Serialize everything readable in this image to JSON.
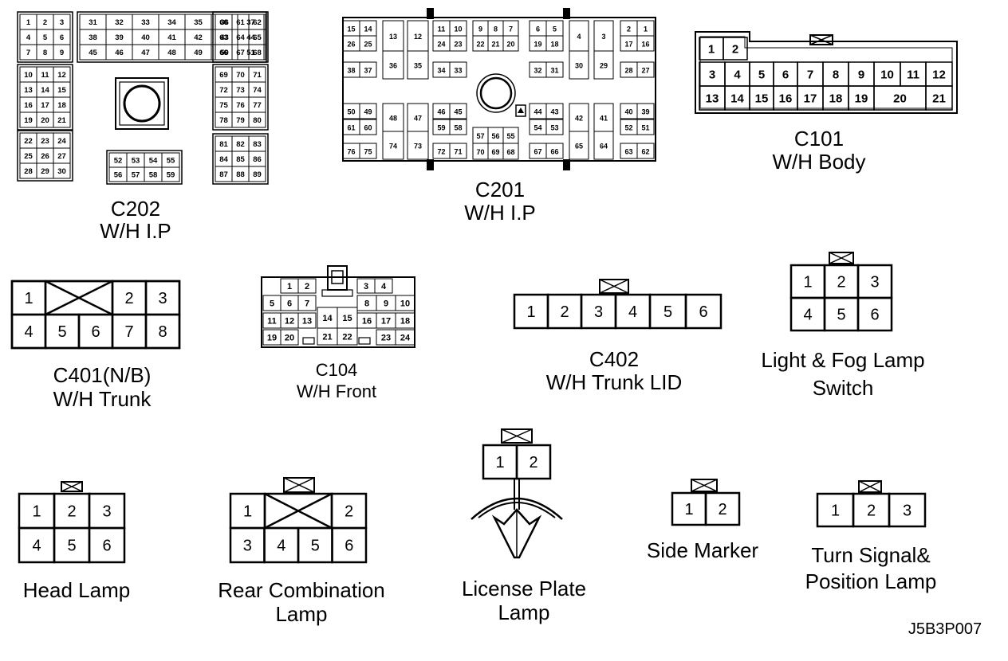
{
  "captions": {
    "c202_code": "C202",
    "c202_name": "W/H I.P",
    "c201_code": "C201",
    "c201_name": "W/H I.P",
    "c101_code": "C101",
    "c101_name": "W/H Body",
    "c401_code": "C401(N/B)",
    "c401_name": "W/H Trunk",
    "c104_code": "C104",
    "c104_name": "W/H Front",
    "c402_code": "C402",
    "c402_name": "W/H Trunk LID",
    "lfl_line1": "Light & Fog Lamp",
    "lfl_line2": "Switch",
    "head_lamp": "Head Lamp",
    "rcl_line1": "Rear Combination",
    "rcl_line2": "Lamp",
    "lpl_line1": "License Plate",
    "lpl_line2": "Lamp",
    "side_marker": "Side Marker",
    "tsp_line1": "Turn Signal&",
    "tsp_line2": "Position Lamp",
    "figure_code": "J5B3P007"
  },
  "connectors": {
    "c202_left": [
      [
        "1",
        "2",
        "3"
      ],
      [
        "4",
        "5",
        "6"
      ],
      [
        "7",
        "8",
        "9"
      ]
    ],
    "c202_mid": [
      [
        "31",
        "32",
        "33",
        "34",
        "35",
        "36",
        "37"
      ],
      [
        "38",
        "39",
        "40",
        "41",
        "42",
        "43",
        "44"
      ],
      [
        "45",
        "46",
        "47",
        "48",
        "49",
        "50",
        "51"
      ]
    ],
    "c202_right_top": [
      [
        "60",
        "61",
        "62"
      ],
      [
        "63",
        "64",
        "65"
      ],
      [
        "66",
        "67",
        "68"
      ]
    ],
    "c202_left2": [
      [
        "10",
        "11",
        "12"
      ],
      [
        "13",
        "14",
        "15"
      ],
      [
        "16",
        "17",
        "18"
      ],
      [
        "19",
        "20",
        "21"
      ]
    ],
    "c202_left3": [
      [
        "22",
        "23",
        "24"
      ],
      [
        "25",
        "26",
        "27"
      ],
      [
        "28",
        "29",
        "30"
      ]
    ],
    "c202_right2": [
      [
        "69",
        "70",
        "71"
      ],
      [
        "72",
        "73",
        "74"
      ],
      [
        "75",
        "76",
        "77"
      ],
      [
        "78",
        "79",
        "80"
      ]
    ],
    "c202_right3": [
      [
        "81",
        "82",
        "83"
      ],
      [
        "84",
        "85",
        "86"
      ],
      [
        "87",
        "88",
        "89"
      ]
    ],
    "c202_bottom": [
      [
        "52",
        "53",
        "54",
        "55"
      ],
      [
        "56",
        "57",
        "58",
        "59"
      ]
    ],
    "c201_pins": [
      "15",
      "14",
      "26",
      "25",
      "13",
      "36",
      "12",
      "35",
      "38",
      "37",
      "11",
      "10",
      "24",
      "23",
      "34",
      "33",
      "9",
      "8",
      "7",
      "22",
      "21",
      "20",
      "6",
      "5",
      "19",
      "18",
      "32",
      "31",
      "4",
      "30",
      "3",
      "29",
      "2",
      "1",
      "17",
      "16",
      "28",
      "27",
      "50",
      "49",
      "61",
      "60",
      "48",
      "74",
      "76",
      "75",
      "47",
      "73",
      "46",
      "45",
      "59",
      "58",
      "57",
      "56",
      "55",
      "72",
      "71",
      "70",
      "69",
      "68",
      "44",
      "43",
      "54",
      "53",
      "67",
      "66",
      "42",
      "65",
      "41",
      "64",
      "40",
      "39",
      "52",
      "51",
      "63",
      "62"
    ],
    "c101": [
      [
        "1",
        "2"
      ],
      [
        "3",
        "4",
        "5",
        "6",
        "7",
        "8",
        "9",
        "10",
        "11",
        "12"
      ],
      [
        "13",
        "14",
        "15",
        "16",
        "17",
        "18",
        "19",
        "20",
        "21"
      ]
    ],
    "c401": [
      [
        "1",
        "2",
        "3"
      ],
      [
        "4",
        "5",
        "6",
        "7",
        "8"
      ]
    ],
    "c104": [
      [
        "1",
        "2",
        "3",
        "4"
      ],
      [
        "5",
        "6",
        "7",
        "8",
        "9",
        "10"
      ],
      [
        "11",
        "12",
        "13",
        "14",
        "15",
        "16",
        "17",
        "18"
      ],
      [
        "19",
        "20",
        "21",
        "22",
        "23",
        "24"
      ]
    ],
    "c402": [
      "1",
      "2",
      "3",
      "4",
      "5",
      "6"
    ],
    "light_fog_switch": [
      [
        "1",
        "2",
        "3"
      ],
      [
        "4",
        "5",
        "6"
      ]
    ],
    "head_lamp": [
      [
        "1",
        "2",
        "3"
      ],
      [
        "4",
        "5",
        "6"
      ]
    ],
    "rear_combination": [
      [
        "1",
        "2"
      ],
      [
        "3",
        "4",
        "5",
        "6"
      ]
    ],
    "license_plate": [
      "1",
      "2"
    ],
    "side_marker": [
      "1",
      "2"
    ],
    "turn_signal": [
      "1",
      "2",
      "3"
    ]
  }
}
